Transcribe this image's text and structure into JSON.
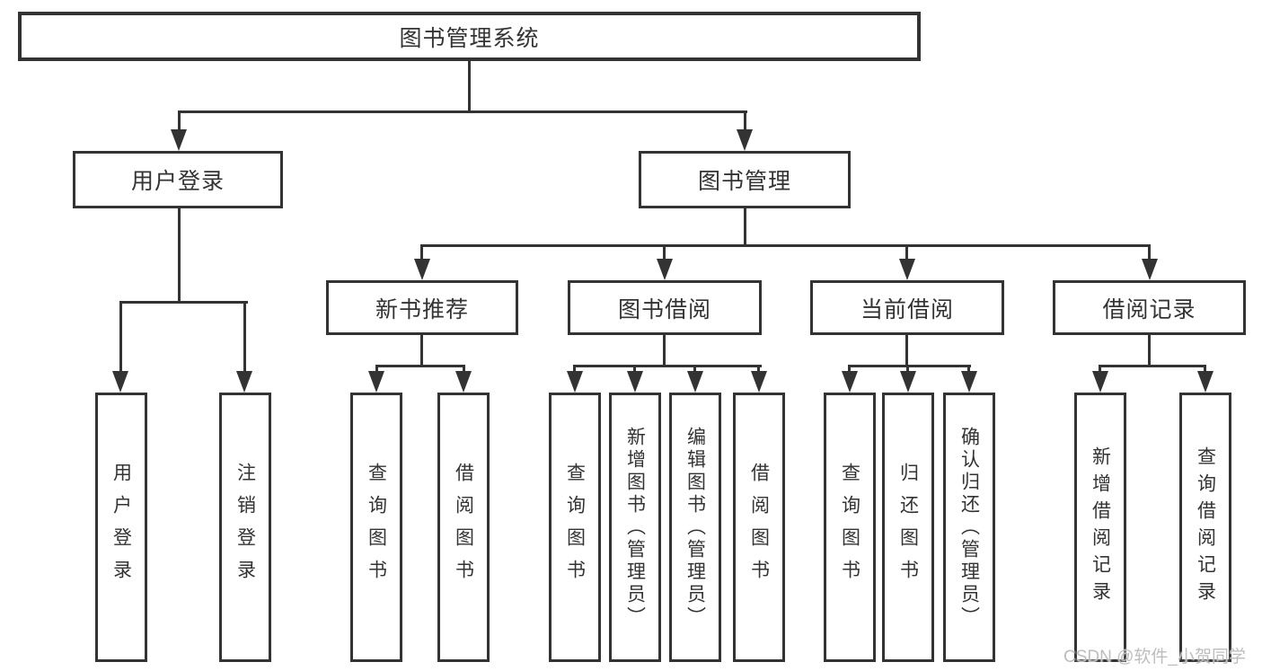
{
  "colors": {
    "line": "#333333",
    "text": "#333333",
    "watermark": "#bdbdbd",
    "background": "#ffffff"
  },
  "diagram": {
    "type": "hierarchy-tree",
    "root": {
      "label": "图书管理系统"
    },
    "branches": [
      {
        "id": "user-login",
        "label": "用户登录",
        "children": [
          "用户登录",
          "注销登录"
        ]
      },
      {
        "id": "book-management",
        "label": "图书管理",
        "sections": [
          {
            "id": "new-book-recommend",
            "label": "新书推荐",
            "children": [
              "查询图书",
              "借阅图书"
            ]
          },
          {
            "id": "book-borrow",
            "label": "图书借阅",
            "children": [
              "查询图书",
              "新增图书（管理员）",
              "编辑图书（管理员）",
              "借阅图书"
            ]
          },
          {
            "id": "current-borrow",
            "label": "当前借阅",
            "children": [
              "查询图书",
              "归还图书",
              "确认归还（管理员）"
            ]
          },
          {
            "id": "borrow-records",
            "label": "借阅记录",
            "children": [
              "新增借阅记录",
              "查询借阅记录"
            ]
          }
        ]
      }
    ]
  },
  "watermark": {
    "text": "CSDN @软件_小贺同学"
  }
}
